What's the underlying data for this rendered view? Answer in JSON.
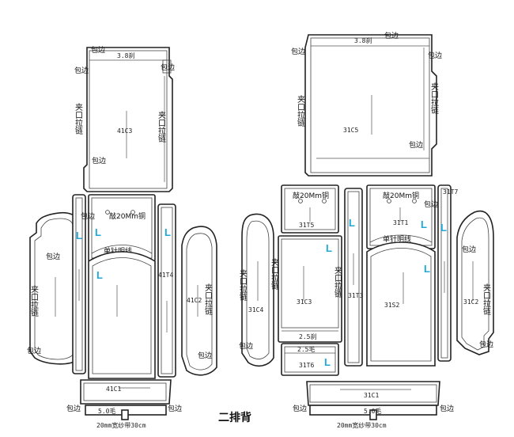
{
  "title": "二排背",
  "colors": {
    "grain_mark": "#1fa7d6",
    "outline": "#222222"
  },
  "text": {
    "binding": "包边",
    "zipper_clip": "夹口拉链",
    "single_needle": "单针明线",
    "hole_copper": "敲20Mm铜",
    "cut_3_8": "3.8刹",
    "cut_2_5": "2.5刹",
    "hair_2_5": "2.5毛",
    "hair_5_0": "5.0毛",
    "tape_20mm": "20mm宽纱带30cm",
    "grain": "L"
  },
  "pieces": {
    "c41c3": "41C3",
    "c41c1": "41C1",
    "c41t4": "41T4",
    "c41c2": "41C2",
    "c31c5": "31C5",
    "c31t5": "31T5",
    "c31t1": "31T1",
    "c31t7": "31T7",
    "c31c4": "31C4",
    "c31c3": "31C3",
    "c31t3": "31T3",
    "c31s2": "31S2",
    "c31c2": "31C2",
    "c31t6": "31T6",
    "c31c1": "31C1"
  }
}
